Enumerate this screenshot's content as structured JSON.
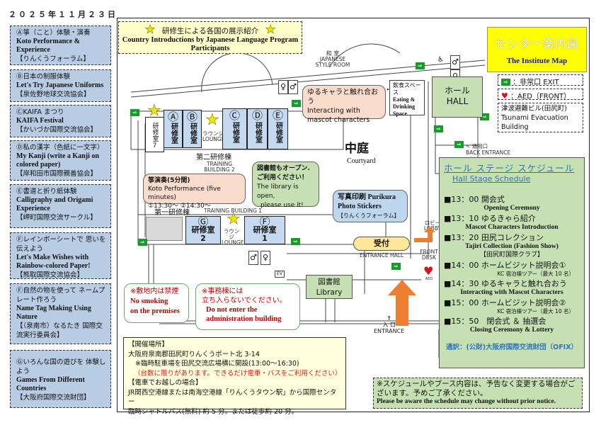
{
  "date": "２０２５年１１月２３日",
  "booths": [
    {
      "jp": "Ⓐ箏（こと）体験・演奏",
      "en": "Koto Performance & Experience",
      "org": "【りんくうフォーラム】"
    },
    {
      "jp": "Ⓑ日本の制服体験",
      "en": "Let's Try Japanese Uniforms",
      "org": "【泉佐野地球交流協会】"
    },
    {
      "jp": "ⒸKAIFA まつり",
      "en": "KAIFA Festival",
      "org": "【かいづか国際交流協会】"
    },
    {
      "jp": "Ⓓ私の漢字（色紙に一文字）",
      "en": "My Kanji (write a Kanji on colored paper)",
      "org": "【岸和田市国際親善協会】"
    },
    {
      "jp": "Ⓔ書道と折り紙体験",
      "en": "Calligraphy and Origami Experience",
      "org": "【岬町国際交流サークル】"
    },
    {
      "jp": "Ⓕレインボーシートで 思いを伝えよう",
      "en": "Let's Make Wishes with Rainbow-colored Paper!",
      "org": "【熊取国際交流協会】"
    },
    {
      "jp": "Ⓕ自然の物を使って ネームプレート作ろう",
      "en": "Name Tag Making Using Nature",
      "org": "【（泉南市）なるたき 国際交流実行委員会】"
    },
    {
      "jp": "Ⓖいろんな国の遊びを 体験しよう",
      "en": "Games From Different Countries",
      "org": "【大阪府国際交流財団】"
    }
  ],
  "intro": {
    "jp": "研修生による各国の展示紹介",
    "en": "Country Introductions by Japanese Language Program Participants",
    "star": "★"
  },
  "title": {
    "jp": "センター案内図",
    "en": "The Institute Map"
  },
  "legend": {
    "exit_icon": "exit-sign",
    "exit_label": "：非常口 EXIT",
    "aed_icon": "heart",
    "aed_label": "：AED（FRONT）",
    "tsunami": "津波避難ビル(田尻町) Tsunami Evacuation Building"
  },
  "rooms": {
    "r7": {
      "name": "研修室",
      "num": "7"
    },
    "r8": {
      "circ": "Ⓐ",
      "name": "研修室",
      "num": "8"
    },
    "r9": {
      "circ": "Ⓑ",
      "name": "研修室",
      "num": "9"
    },
    "r10": {
      "circ": "Ⓒ",
      "name": "研修室",
      "num": "10"
    },
    "r11": {
      "circ": "Ⓓ",
      "name": "研修室",
      "num": "11"
    },
    "r12": {
      "circ": "Ⓔ",
      "name": "研修室",
      "num": "12"
    },
    "r2": {
      "circ": "Ⓖ",
      "name": "研修室",
      "num": "2"
    },
    "r1": {
      "circ": "Ⓕ",
      "name": "研修室",
      "num": "1"
    },
    "lounge_jp": "ラウンジ",
    "lounge_en": "LOUNGE"
  },
  "labels": {
    "jstyle_jp": "和 室",
    "jstyle_en": "JAPANESE STYLE ROOM",
    "bldg2_jp": "第二研修棟",
    "bldg2_en": "TRAINING BUILDING 2",
    "bldg1_jp": "第一研修棟",
    "bldg1_en": "TRAINING BUILDING 1",
    "courtyard_jp": "中庭",
    "courtyard_en": "Courtyard",
    "eating_jp": "飲食スペース",
    "eating_en": "Eating & Drinking Space",
    "hall_jp": "ホール",
    "hall_en": "HALL",
    "back_jp": "通用口",
    "back_en": "BACK ENTRANCE",
    "reception": "受付",
    "entrance_hall": "ENTRANCE HALL",
    "lobby_jp": "ロビー",
    "lobby_en": "LOBBY",
    "front_desk": "FRONT DESK",
    "library_jp": "図書館",
    "library_en": "Library",
    "entrance_jp": "入 口",
    "entrance_en": "ENTRANCE",
    "ev": "EV",
    "aed": "AED"
  },
  "bubbles": {
    "mascot": {
      "jp": "ゆるキャラと触れ合おう",
      "en": "Interacting with mascot characters"
    },
    "koto": {
      "jp": "箏演奏(5分間)",
      "en": "Koto Performance (five minutes)",
      "times": "①13:30～ ②14:30～"
    },
    "library": {
      "jp1": "図書館もオープン.",
      "jp2": "ご利用ください！",
      "en1": "The library is open,",
      "en2": "please use it!"
    },
    "purikura": {
      "l1": "写真印刷 Purikura",
      "l2": "Photo Stickers",
      "org": "【りんくうフォーラム】"
    }
  },
  "notes": {
    "smoking": {
      "jp": "※敷地内は禁煙",
      "en1": "No smoking",
      "en2": "on the premises"
    },
    "admin": {
      "jp1": "※事務棟には",
      "jp2": "立ち入らないでください。",
      "en1": "Do not enter the",
      "en2": "administration building"
    }
  },
  "schedule": {
    "title_jp": "ホール ステージ スケジュール",
    "title_en": "Hall Stage Schedule",
    "items": [
      {
        "time": "■13：00 開会式",
        "sub": "Opening Ceremony"
      },
      {
        "time": "■13：10 ゆるきゃら紹介",
        "sub": "Mascot Characters Introduction"
      },
      {
        "time": "■13：20 田尻コレクション",
        "sub": "Tajiri Collection (Fashion Show)",
        "org": "【田尻町国際クラブ】"
      },
      {
        "time": "■14：00 ホームビジット説明会①",
        "note": "KC 宿泊棟ツアー（最大 10 名）"
      },
      {
        "time": "■14：30 ゆるキャラと触れ合おう",
        "sub": "Interacting with Mascot Characters"
      },
      {
        "time": "■15：00 ホームビジット説明会②",
        "note": "KC 宿泊棟ツアー（最大 10 名）"
      },
      {
        "time": "■15：50　閉会式 ＆ 抽選会",
        "sub": "Closing Ceremony & Lottery"
      }
    ],
    "interpreter": "通訳：(公財)大阪府国際交流財団（OFIX）"
  },
  "venue": {
    "h1": "【開催場所】",
    "address": "大阪府泉南郡田尻町りんくうポート北 3-14",
    "parking": "※臨時駐車場を田尻交流広場横に開設(13:00～16:30)",
    "parking_note": "（台数に限りがあります。できるだけ電車・バスをご利用ください）",
    "h2": "【電車でお越しの場合】",
    "train": "JR関西空港線または南海空港線「りんくうタウン駅」から国際センター",
    "shuttle": "臨時シャトルバス(無料) 約 5 分。または徒歩約 20 分。"
  },
  "disclaimer": {
    "jp": "※スケジュールやブース内容は、予告なく変更する場合がございます。予めご了承ください。",
    "en": "Please be aware the schedule may change without prior notice."
  },
  "colors": {
    "booth_bg": "#b8cce4",
    "room_bg": "#c5d9f1",
    "schedule_bg": "#c6e0b4",
    "title_bg": "#ffff00",
    "exit_green": "#1a9a2a",
    "arrow_orange": "#ed7d31",
    "link_blue": "#2e75b6"
  }
}
